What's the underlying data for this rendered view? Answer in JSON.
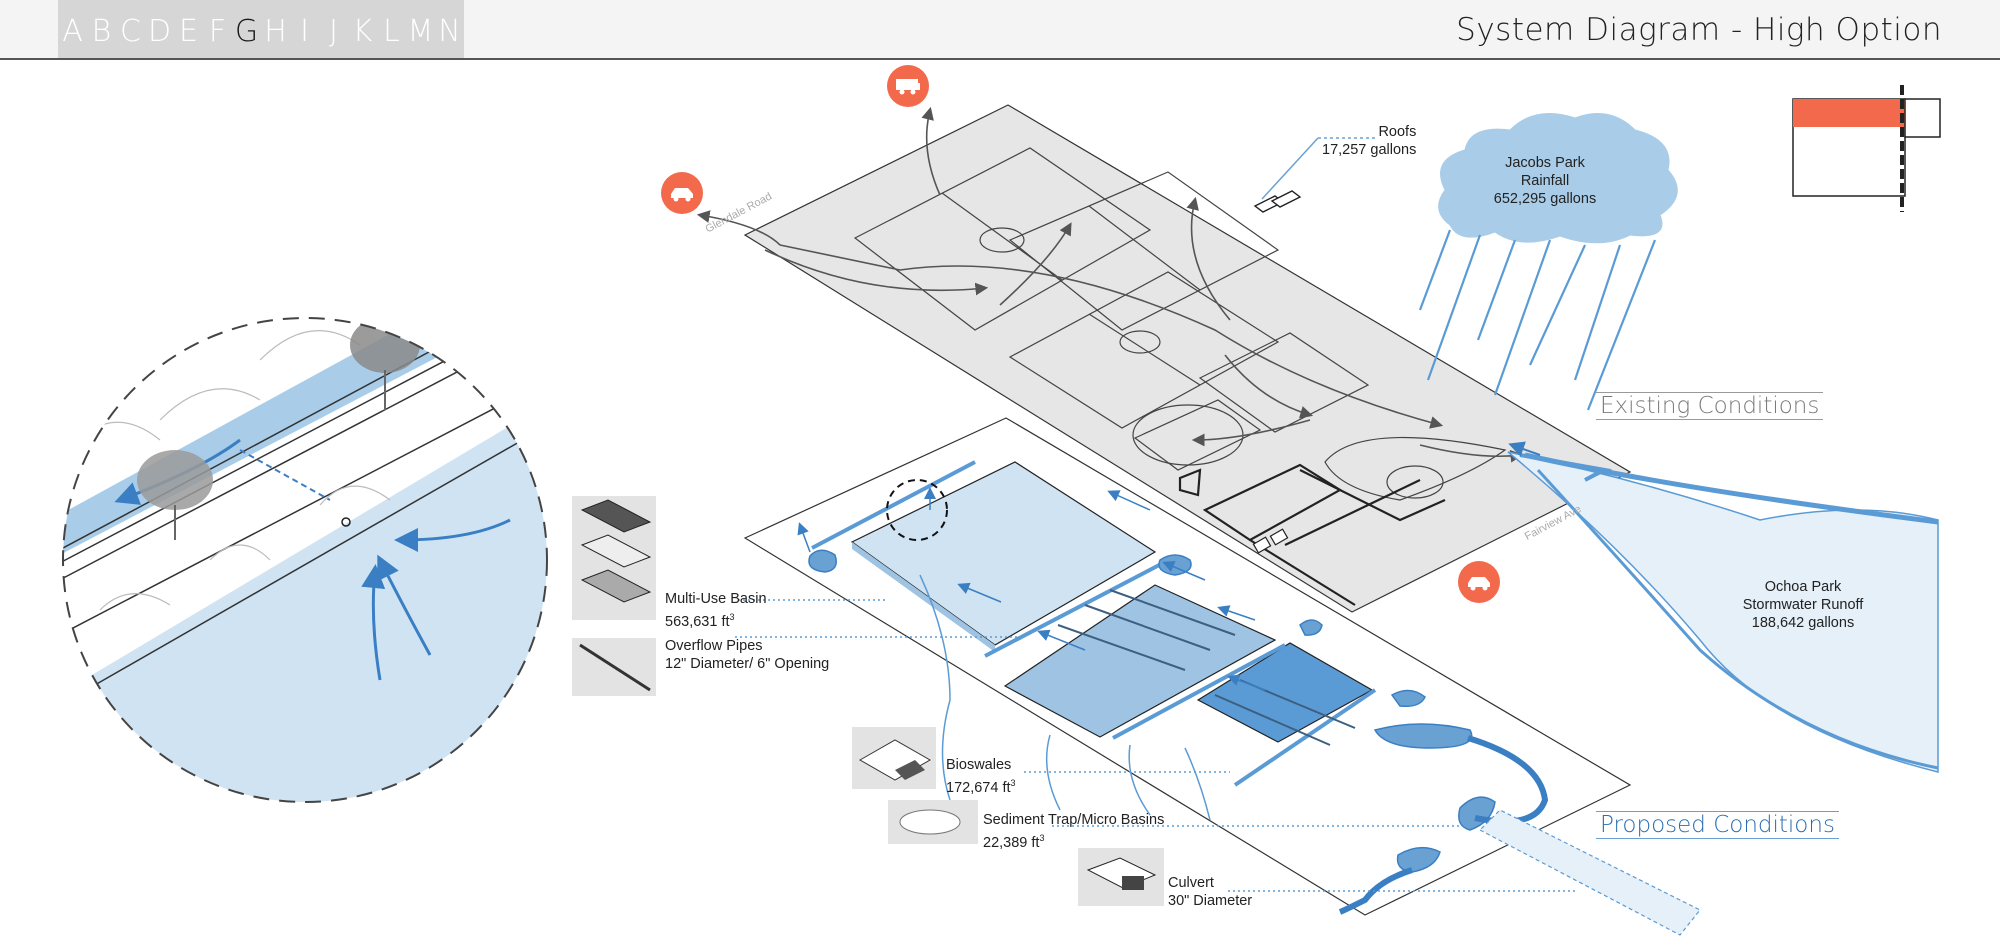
{
  "header": {
    "tabs": [
      "A",
      "B",
      "C",
      "D",
      "E",
      "F",
      "G",
      "H",
      "I",
      "J",
      "K",
      "L",
      "M",
      "N"
    ],
    "active_tab": "G",
    "title": "System Diagram - High Option"
  },
  "conditions": {
    "existing": "Existing Conditions",
    "proposed": "Proposed Conditions"
  },
  "labels": {
    "roofs_name": "Roofs",
    "roofs_value": "17,257 gallons",
    "rain_l1": "Jacobs Park",
    "rain_l2": "Rainfall",
    "rain_l3": "652,295 gallons",
    "runoff_l1": "Ochoa Park",
    "runoff_l2": "Stormwater Runoff",
    "runoff_l3": "188,642 gallons",
    "basin_name": "Multi-Use Basin",
    "basin_value": "563,631 ft",
    "overflow_name": "Overflow Pipes",
    "overflow_value": "12\" Diameter/ 6\" Opening",
    "bioswales_name": "Bioswales",
    "bioswales_value": "172,674 ft",
    "sediment_name": "Sediment Trap/Micro Basins",
    "sediment_value": "22,389 ft",
    "culvert_name": "Culvert",
    "culvert_value": "30\" Diameter",
    "cubed": "3",
    "road_glendale": "Glendale Road",
    "road_fairview": "Fairview Ave"
  },
  "colors": {
    "accent_red": "#f2694c",
    "water_blue": "#5b9bd5",
    "light_blue": "#cfe3f3",
    "header_gray": "#d6d6d6"
  },
  "icons": [
    "car-icon",
    "rv-icon",
    "car-icon"
  ]
}
